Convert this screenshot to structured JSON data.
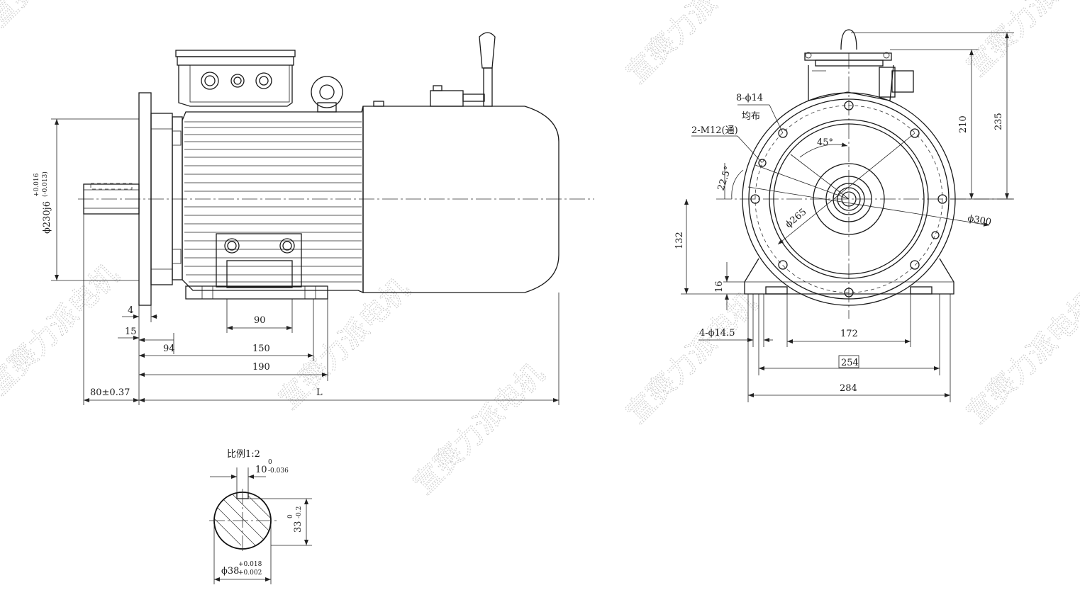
{
  "watermark": {
    "text": "宣赛力派电机"
  },
  "side_view": {
    "flange_spigot": "ϕ230j6",
    "flange_tol_upper": "+0.016",
    "flange_tol_lower": "(-0.013)",
    "dim_4": "4",
    "dim_15": "15",
    "dim_94": "94",
    "dim_90": "90",
    "dim_150": "150",
    "dim_190": "190",
    "dim_shaft": "80±0.37",
    "dim_L": "L"
  },
  "front_view": {
    "holes_label": "8-ϕ14",
    "holes_note": "均布",
    "tap_label": "2-M12(通)",
    "angle_45": "45°",
    "angle_225": "22.5°",
    "pcd_265": "ϕ265",
    "dia_300": "ϕ300",
    "dim_210": "210",
    "dim_235": "235",
    "dim_132": "132",
    "dim_16": "16",
    "foot_holes": "4-ϕ14.5",
    "dim_172": "172",
    "dim_254": "254",
    "dim_284": "284"
  },
  "section_view": {
    "scale": "比例1:2",
    "key_width": "10",
    "key_tol_upper": "0",
    "key_tol_lower": "-0.036",
    "key_depth": "33",
    "depth_tol_upper": "0",
    "depth_tol_lower": "-0.2",
    "shaft_dia": "ϕ38",
    "shaft_tol_upper": "+0.018",
    "shaft_tol_lower": "+0.002"
  }
}
